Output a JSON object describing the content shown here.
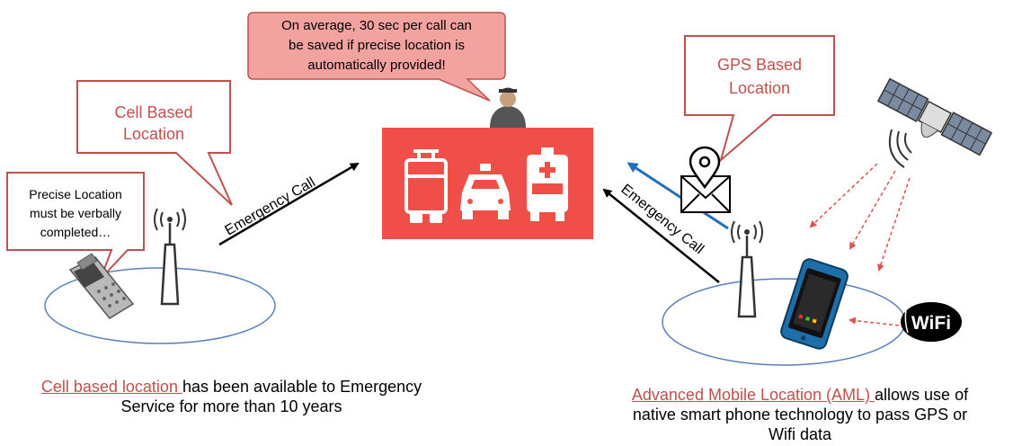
{
  "callouts": {
    "center": {
      "line1": "On average, 30 sec per call can",
      "line2": "be saved if precise location is",
      "line3": "automatically provided!"
    },
    "cell_based": {
      "line1": "Cell Based",
      "line2": "Location"
    },
    "gps_based": {
      "line1": "GPS Based",
      "line2": "Location"
    },
    "precise": {
      "line1": "Precise Location",
      "line2": "must be verbally",
      "line3": "completed…"
    }
  },
  "arrows": {
    "left_label": "Emergency Call",
    "right_label": "Emergency Call"
  },
  "badges": {
    "wifi": "WiFi"
  },
  "captions": {
    "left": {
      "link": "Cell based location ",
      "text1": "has been available to Emergency",
      "text2": "Service for more than 10 years"
    },
    "right": {
      "link": "Advanced Mobile Location (AML) ",
      "text1": "allows use of",
      "text2": "native smart phone technology to pass GPS or",
      "text3": "Wifi data"
    }
  },
  "colors": {
    "callout_fill": "#f2a3a0",
    "callout_border": "#c0504d",
    "callout_text": "#c0504d",
    "emergency_panel": "#f04e48",
    "blue_arrow": "#1f6fbf",
    "dashed_arrow": "#d9534f",
    "link": "#c0504d"
  },
  "icons": [
    "operator-icon",
    "fire-truck-icon",
    "police-car-icon",
    "ambulance-icon",
    "cell-tower-icon",
    "flip-phone-icon",
    "smartphone-icon",
    "satellite-icon",
    "location-envelope-icon",
    "wifi-badge-icon"
  ]
}
